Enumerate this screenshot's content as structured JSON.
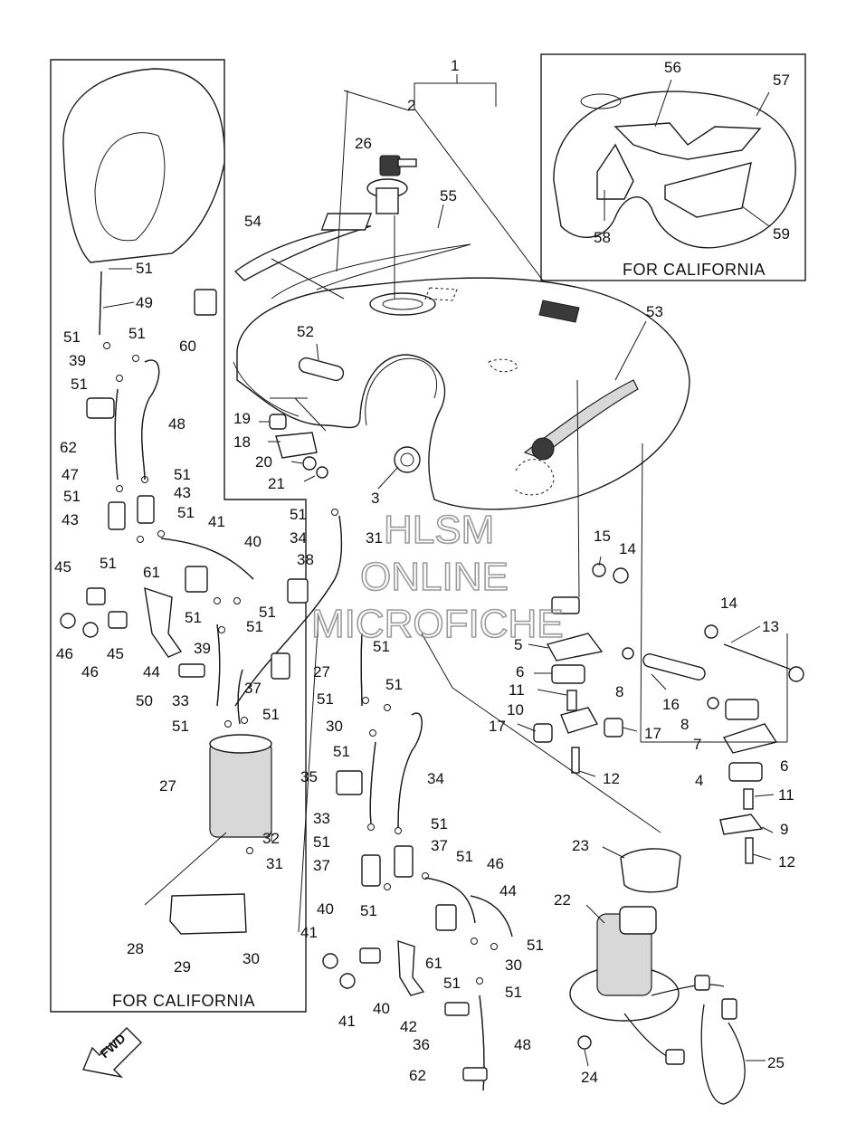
{
  "captions": {
    "left_box": "FOR CALIFORNIA",
    "top_right_box": "FOR CALIFORNIA"
  },
  "watermark": [
    "HLSM",
    "ONLINE",
    "MICROFICHE"
  ],
  "fwd_label": "FWD",
  "callouts": [
    {
      "id": "c1",
      "text": "1"
    },
    {
      "id": "c2",
      "text": "2"
    },
    {
      "id": "c26",
      "text": "26"
    },
    {
      "id": "c55",
      "text": "55"
    },
    {
      "id": "c54",
      "text": "54"
    },
    {
      "id": "c52",
      "text": "52"
    },
    {
      "id": "c53",
      "text": "53"
    },
    {
      "id": "c56",
      "text": "56"
    },
    {
      "id": "c57",
      "text": "57"
    },
    {
      "id": "c58",
      "text": "58"
    },
    {
      "id": "c59",
      "text": "59"
    },
    {
      "id": "c19",
      "text": "19"
    },
    {
      "id": "c18",
      "text": "18"
    },
    {
      "id": "c20",
      "text": "20"
    },
    {
      "id": "c21",
      "text": "21"
    },
    {
      "id": "c3",
      "text": "3"
    },
    {
      "id": "c51a",
      "text": "51"
    },
    {
      "id": "c49",
      "text": "49"
    },
    {
      "id": "c60",
      "text": "60"
    },
    {
      "id": "c51b",
      "text": "51"
    },
    {
      "id": "c51c",
      "text": "51"
    },
    {
      "id": "c39a",
      "text": "39"
    },
    {
      "id": "c51d",
      "text": "51"
    },
    {
      "id": "c48a",
      "text": "48"
    },
    {
      "id": "c62a",
      "text": "62"
    },
    {
      "id": "c47",
      "text": "47"
    },
    {
      "id": "c51e",
      "text": "51"
    },
    {
      "id": "c51f",
      "text": "51"
    },
    {
      "id": "c43a",
      "text": "43"
    },
    {
      "id": "c43b",
      "text": "43"
    },
    {
      "id": "c51g",
      "text": "51"
    },
    {
      "id": "c41a",
      "text": "41"
    },
    {
      "id": "c40a",
      "text": "40"
    },
    {
      "id": "c45a",
      "text": "45"
    },
    {
      "id": "c51h",
      "text": "51"
    },
    {
      "id": "c61a",
      "text": "61"
    },
    {
      "id": "c51i",
      "text": "51"
    },
    {
      "id": "c51j",
      "text": "51"
    },
    {
      "id": "c46a",
      "text": "46"
    },
    {
      "id": "c46b",
      "text": "46"
    },
    {
      "id": "c45b",
      "text": "45"
    },
    {
      "id": "c39b",
      "text": "39"
    },
    {
      "id": "c51k",
      "text": "51"
    },
    {
      "id": "c44a",
      "text": "44"
    },
    {
      "id": "c50",
      "text": "50"
    },
    {
      "id": "c33a",
      "text": "33"
    },
    {
      "id": "c51l",
      "text": "51"
    },
    {
      "id": "c51m",
      "text": "51"
    },
    {
      "id": "c27a",
      "text": "27"
    },
    {
      "id": "c32",
      "text": "32"
    },
    {
      "id": "c31a",
      "text": "31"
    },
    {
      "id": "c28",
      "text": "28"
    },
    {
      "id": "c29",
      "text": "29"
    },
    {
      "id": "c30a",
      "text": "30"
    },
    {
      "id": "c51n",
      "text": "51"
    },
    {
      "id": "c34a",
      "text": "34"
    },
    {
      "id": "c38",
      "text": "38"
    },
    {
      "id": "c31b",
      "text": "31"
    },
    {
      "id": "c37a",
      "text": "37"
    },
    {
      "id": "c51o",
      "text": "51"
    },
    {
      "id": "c27b",
      "text": "27"
    },
    {
      "id": "c51p",
      "text": "51"
    },
    {
      "id": "c51q",
      "text": "51"
    },
    {
      "id": "c30b",
      "text": "30"
    },
    {
      "id": "c51r",
      "text": "51"
    },
    {
      "id": "c35",
      "text": "35"
    },
    {
      "id": "c34b",
      "text": "34"
    },
    {
      "id": "c33b",
      "text": "33"
    },
    {
      "id": "c51s",
      "text": "51"
    },
    {
      "id": "c51t",
      "text": "51"
    },
    {
      "id": "c37b",
      "text": "37"
    },
    {
      "id": "c37c",
      "text": "37"
    },
    {
      "id": "c51u",
      "text": "51"
    },
    {
      "id": "c46c",
      "text": "46"
    },
    {
      "id": "c44b",
      "text": "44"
    },
    {
      "id": "c40b",
      "text": "40"
    },
    {
      "id": "c51v",
      "text": "51"
    },
    {
      "id": "c41b",
      "text": "41"
    },
    {
      "id": "c61b",
      "text": "61"
    },
    {
      "id": "c51w",
      "text": "51"
    },
    {
      "id": "c30c",
      "text": "30"
    },
    {
      "id": "c51x",
      "text": "51"
    },
    {
      "id": "c51y",
      "text": "51"
    },
    {
      "id": "c41c",
      "text": "41"
    },
    {
      "id": "c40c",
      "text": "40"
    },
    {
      "id": "c42",
      "text": "42"
    },
    {
      "id": "c36",
      "text": "36"
    },
    {
      "id": "c48b",
      "text": "48"
    },
    {
      "id": "c62b",
      "text": "62"
    },
    {
      "id": "c15",
      "text": "15"
    },
    {
      "id": "c14a",
      "text": "14"
    },
    {
      "id": "c14b",
      "text": "14"
    },
    {
      "id": "c13",
      "text": "13"
    },
    {
      "id": "c5",
      "text": "5"
    },
    {
      "id": "c6a",
      "text": "6"
    },
    {
      "id": "c8a",
      "text": "8"
    },
    {
      "id": "c16",
      "text": "16"
    },
    {
      "id": "c11a",
      "text": "11"
    },
    {
      "id": "c10",
      "text": "10"
    },
    {
      "id": "c17a",
      "text": "17"
    },
    {
      "id": "c17b",
      "text": "17"
    },
    {
      "id": "c8b",
      "text": "8"
    },
    {
      "id": "c7",
      "text": "7"
    },
    {
      "id": "c12a",
      "text": "12"
    },
    {
      "id": "c4",
      "text": "4"
    },
    {
      "id": "c6b",
      "text": "6"
    },
    {
      "id": "c11b",
      "text": "11"
    },
    {
      "id": "c9",
      "text": "9"
    },
    {
      "id": "c12b",
      "text": "12"
    },
    {
      "id": "c23",
      "text": "23"
    },
    {
      "id": "c22",
      "text": "22"
    },
    {
      "id": "c24",
      "text": "24"
    },
    {
      "id": "c25",
      "text": "25"
    }
  ]
}
